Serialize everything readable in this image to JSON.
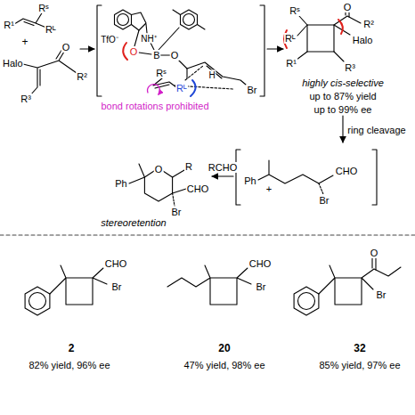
{
  "diagram": {
    "labels": [
      "R¹",
      "Rˢ",
      "Rᴸ",
      "+",
      "Halo",
      "O",
      "R²",
      "R³",
      "TfO⁻",
      "NH⁺",
      "O",
      "B",
      "O",
      "H",
      "Br",
      "Rˢ",
      "Rᴸ",
      "bond rotations prohibited",
      "Rˢ",
      "O",
      "R²",
      "Rᴸ",
      "Halo",
      "R¹",
      "R³",
      "highly cis-selective",
      "up to 87% yield",
      "up to 99% ee",
      "ring cleavage",
      "Ph",
      "+",
      "CHO",
      "Br",
      "RCHO",
      "Ph",
      "O",
      "R",
      "CHO",
      "Br",
      "stereoretention",
      "CHO",
      "Br",
      "2",
      "82% yield, 96% ee",
      "CHO",
      "Br",
      "20",
      "47% yield, 98% ee",
      "O",
      "Br",
      "32",
      "85% yield, 97% ee"
    ]
  }
}
